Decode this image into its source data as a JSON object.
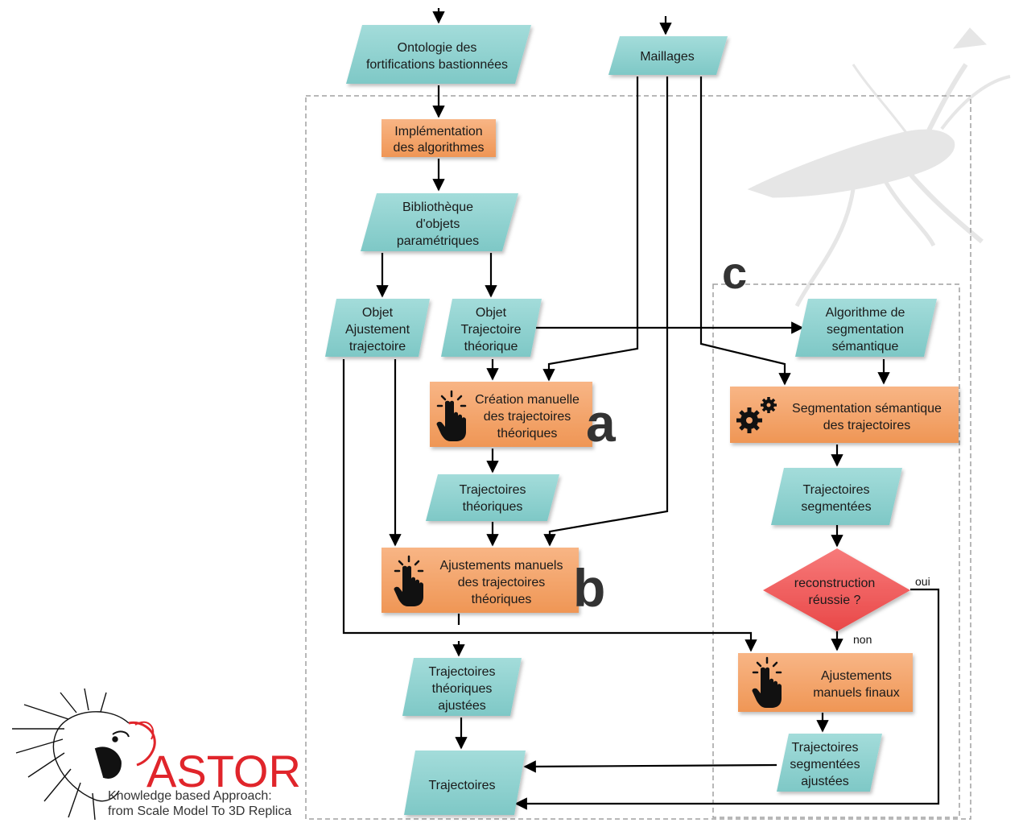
{
  "nodes": {
    "ontologie": [
      "Ontologie des",
      "fortifications bastionnées"
    ],
    "maillages": [
      "Maillages"
    ],
    "implementation": [
      "Implémentation",
      "des algorithmes"
    ],
    "bibliotheque": [
      "Bibliothèque",
      "d'objets",
      "paramétriques"
    ],
    "objet_ajustement": [
      "Objet",
      "Ajustement",
      "trajectoire"
    ],
    "objet_trajectoire": [
      "Objet",
      "Trajectoire",
      "théorique"
    ],
    "algorithme_segmentation": [
      "Algorithme de",
      "segmentation",
      "sémantique"
    ],
    "creation_manuelle": [
      "Création manuelle",
      "des trajectoires",
      "théoriques"
    ],
    "segmentation_semantique": [
      "Segmentation sémantique",
      "des trajectoires"
    ],
    "trajectoires_theoriques": [
      "Trajectoires",
      "théoriques"
    ],
    "trajectoires_segmentees": [
      "Trajectoires",
      "segmentées"
    ],
    "reconstruction": [
      "reconstruction",
      "réussie ?"
    ],
    "ajustements_manuels": [
      "Ajustements manuels",
      "des trajectoires",
      "théoriques"
    ],
    "ajustements_finaux": [
      "Ajustements",
      "manuels finaux"
    ],
    "trajectoires_theoriques_ajustees": [
      "Trajectoires",
      "théoriques",
      "ajustées"
    ],
    "trajectoires_segmentees_ajustees": [
      "Trajectoires",
      "segmentées",
      "ajustées"
    ],
    "trajectoires": [
      "Trajectoires"
    ]
  },
  "labels": {
    "a": "a",
    "b": "b",
    "c": "c",
    "oui": "oui",
    "non": "non"
  },
  "logo": {
    "title": "ASTOR",
    "subtitle1": "Knowledge based Approach:",
    "subtitle2": "from Scale Model To 3D Replica"
  },
  "colors": {
    "teal": "#8fd3d1",
    "orange": "#f5a36a",
    "diamond": "#f25c5c",
    "arrow": "#000000",
    "dashed": "#a0a0a0"
  },
  "icons": [
    "hand-pointer-icon",
    "gears-icon",
    "grasshopper-watermark",
    "lion-logo-icon"
  ]
}
